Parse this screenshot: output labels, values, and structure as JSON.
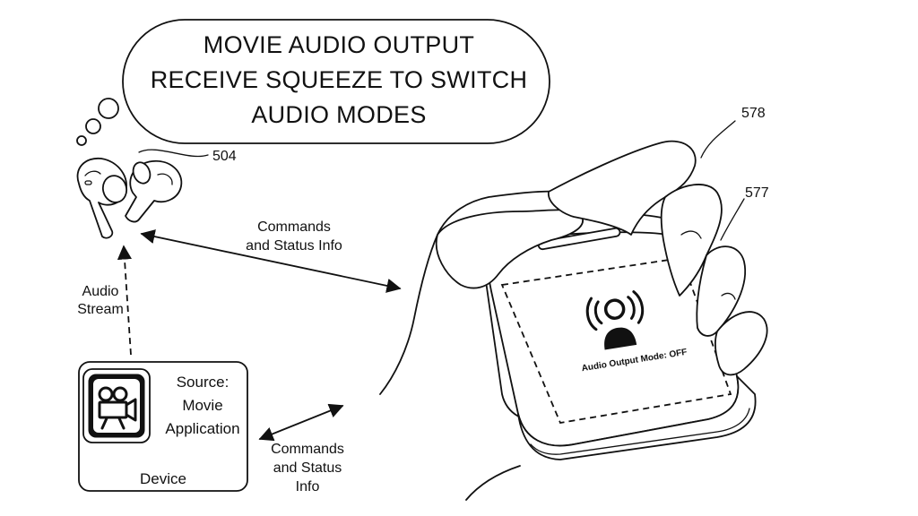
{
  "thought_bubble": {
    "lines": [
      "MOVIE AUDIO OUTPUT",
      "RECEIVE SQUEEZE TO SWITCH",
      "AUDIO MODES"
    ]
  },
  "reference_numerals": {
    "earbuds": "504",
    "hand": "578",
    "case": "577"
  },
  "arrows": {
    "top": {
      "line1": "Commands",
      "line2": "and Status Info"
    },
    "bottom": {
      "line1": "Commands",
      "line2": "and Status",
      "line3": "Info"
    },
    "audio": {
      "line1": "Audio",
      "line2": "Stream"
    }
  },
  "device": {
    "source_line1": "Source:",
    "source_line2": "Movie",
    "source_line3": "Application",
    "label": "Device",
    "icon": "movie-camera-icon"
  },
  "case_screen": {
    "mode_text": "Audio Output Mode: OFF",
    "icon": "person-audio-icon"
  }
}
